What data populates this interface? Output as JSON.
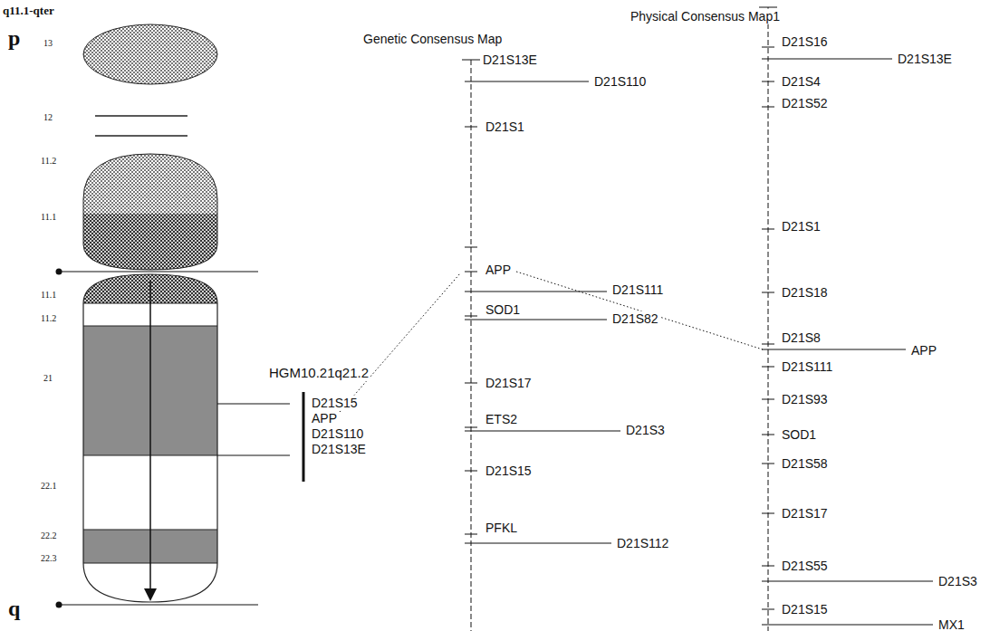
{
  "diagram": {
    "labels": [
      "q11.1-qter",
      "p",
      "13",
      "12",
      "11.2",
      "11.1",
      "11.1",
      "11.2",
      "21",
      "22.1",
      "22.2",
      "22.3",
      "q",
      "HGM10.21q21.2",
      "D21S15",
      "APP",
      "D21S110",
      "D21S13E",
      "Genetic Consensus Map",
      "Physical Consensus Map1",
      "D21S13E",
      "D21S110",
      "D21S1",
      "APP",
      "D21S111",
      "SOD1",
      "D21S82",
      "D21S17",
      "ETS2",
      "D21S3",
      "D21S15",
      "PFKL",
      "D21S112",
      "D21S16",
      "D21S13E",
      "D21S4",
      "D21S52",
      "D21S1",
      "D21S18",
      "D21S8",
      "APP",
      "D21S111",
      "D21S93",
      "SOD1",
      "D21S58",
      "D21S17",
      "D21S55",
      "D21S3",
      "D21S15",
      "MX1"
    ]
  }
}
